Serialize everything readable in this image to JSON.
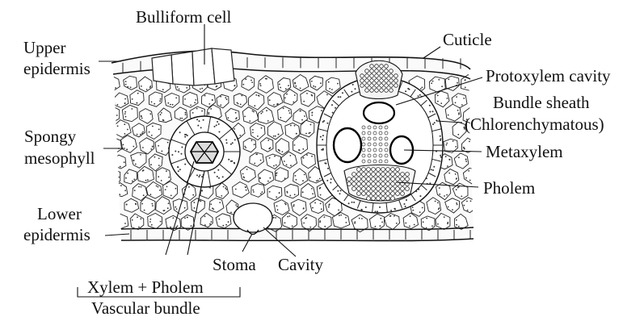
{
  "labels": {
    "bulliform_cell": "Bulliform cell",
    "cuticle": "Cuticle",
    "upper_epidermis_1": "Upper",
    "upper_epidermis_2": "epidermis",
    "protoxylem_cavity": "Protoxylem cavity",
    "bundle_sheath_1": "Bundle sheath",
    "bundle_sheath_2": "(Chlorenchymatous)",
    "spongy_mesophyll_1": "Spongy",
    "spongy_mesophyll_2": "mesophyll",
    "metaxylem": "Metaxylem",
    "pholem": "Pholem",
    "lower_epidermis_1": "Lower",
    "lower_epidermis_2": "epidermis",
    "stoma": "Stoma",
    "cavity": "Cavity",
    "xylem_pholem": "Xylem + Pholem",
    "vascular_bundle": "Vascular bundle"
  }
}
